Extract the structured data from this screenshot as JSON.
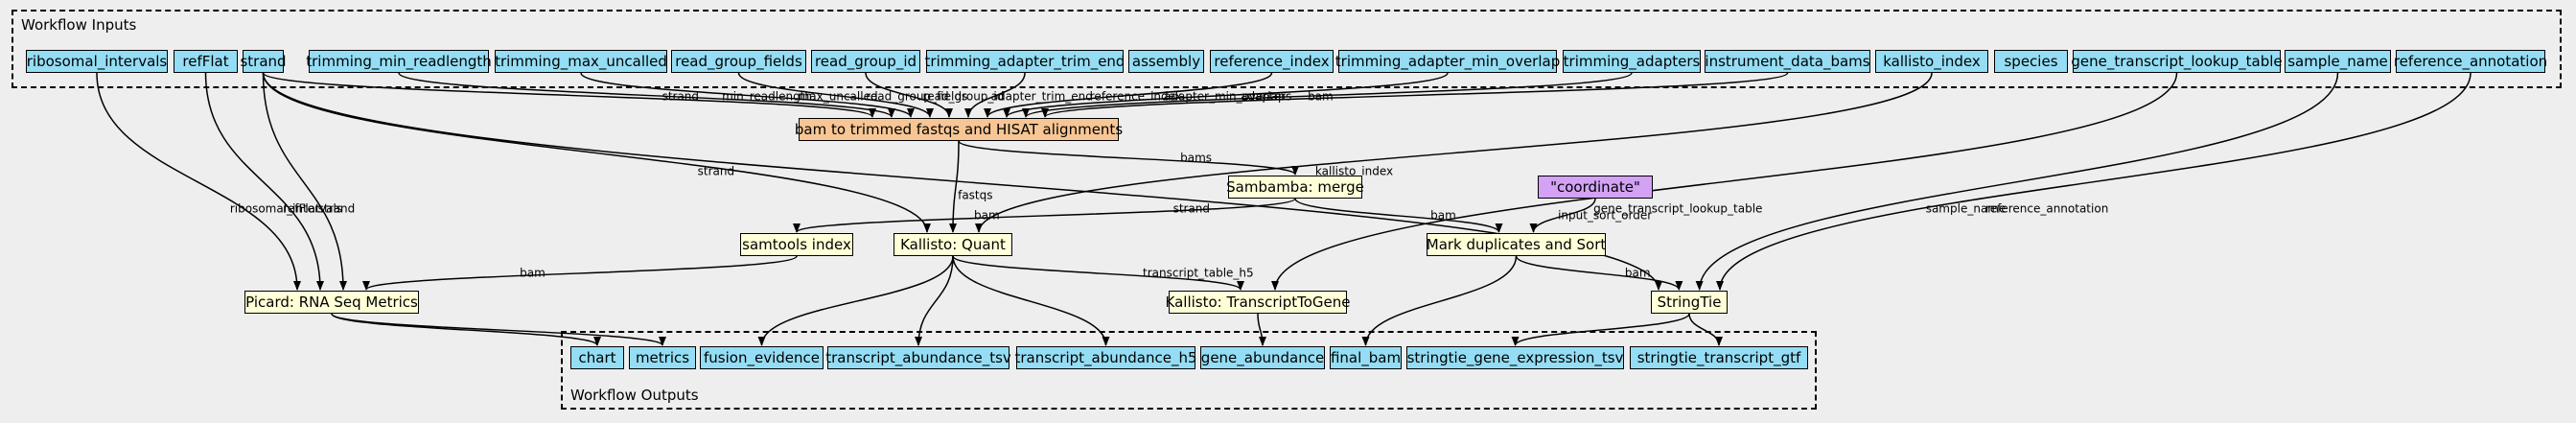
{
  "clusters": {
    "inputs_label": "Workflow Inputs",
    "outputs_label": "Workflow Outputs"
  },
  "colors": {
    "io": "#94ddf4",
    "step": "#ffffd8",
    "main_step": "#f7c694",
    "literal": "#d3a2f5",
    "background": "#eeeeee"
  },
  "inputs": [
    {
      "id": "ribosomal_intervals",
      "label": "ribosomal_intervals"
    },
    {
      "id": "refflat",
      "label": "refFlat"
    },
    {
      "id": "strand",
      "label": "strand"
    },
    {
      "id": "trimming_min_readlength",
      "label": "trimming_min_readlength"
    },
    {
      "id": "trimming_max_uncalled",
      "label": "trimming_max_uncalled"
    },
    {
      "id": "read_group_fields",
      "label": "read_group_fields"
    },
    {
      "id": "read_group_id",
      "label": "read_group_id"
    },
    {
      "id": "trimming_adapter_trim_end",
      "label": "trimming_adapter_trim_end"
    },
    {
      "id": "assembly",
      "label": "assembly"
    },
    {
      "id": "reference_index",
      "label": "reference_index"
    },
    {
      "id": "trimming_adapter_min_overlap",
      "label": "trimming_adapter_min_overlap"
    },
    {
      "id": "trimming_adapters",
      "label": "trimming_adapters"
    },
    {
      "id": "instrument_data_bams",
      "label": "instrument_data_bams"
    },
    {
      "id": "kallisto_index",
      "label": "kallisto_index"
    },
    {
      "id": "species",
      "label": "species"
    },
    {
      "id": "gene_transcript_lookup_table",
      "label": "gene_transcript_lookup_table"
    },
    {
      "id": "sample_name",
      "label": "sample_name"
    },
    {
      "id": "reference_annotation",
      "label": "reference_annotation"
    }
  ],
  "steps": [
    {
      "id": "bam_to_trimmed",
      "label": "bam to trimmed fastqs and HISAT alignments"
    },
    {
      "id": "sambamba_merge",
      "label": "Sambamba: merge"
    },
    {
      "id": "coordinate",
      "label": "\"coordinate\""
    },
    {
      "id": "samtools_index",
      "label": "samtools index"
    },
    {
      "id": "kallisto_quant",
      "label": "Kallisto: Quant"
    },
    {
      "id": "mark_dup",
      "label": "Mark duplicates and Sort"
    },
    {
      "id": "picard",
      "label": "Picard: RNA Seq Metrics"
    },
    {
      "id": "kallisto_t2g",
      "label": "Kallisto: TranscriptToGene"
    },
    {
      "id": "stringtie",
      "label": "StringTie"
    }
  ],
  "outputs": [
    {
      "id": "chart",
      "label": "chart"
    },
    {
      "id": "metrics",
      "label": "metrics"
    },
    {
      "id": "fusion_evidence",
      "label": "fusion_evidence"
    },
    {
      "id": "transcript_abundance_tsv",
      "label": "transcript_abundance_tsv"
    },
    {
      "id": "transcript_abundance_h5",
      "label": "transcript_abundance_h5"
    },
    {
      "id": "gene_abundance",
      "label": "gene_abundance"
    },
    {
      "id": "final_bam",
      "label": "final_bam"
    },
    {
      "id": "stringtie_gene_expression_tsv",
      "label": "stringtie_gene_expression_tsv"
    },
    {
      "id": "stringtie_transcript_gtf",
      "label": "stringtie_transcript_gtf"
    }
  ],
  "edges": [
    {
      "from": "strand",
      "to": "bam_to_trimmed",
      "label": "strand"
    },
    {
      "from": "trimming_min_readlength",
      "to": "bam_to_trimmed",
      "label": "min_readlength"
    },
    {
      "from": "trimming_max_uncalled",
      "to": "bam_to_trimmed",
      "label": "max_uncalled"
    },
    {
      "from": "read_group_fields",
      "to": "bam_to_trimmed",
      "label": "read_group_fields"
    },
    {
      "from": "read_group_id",
      "to": "bam_to_trimmed",
      "label": "read_group_id"
    },
    {
      "from": "trimming_adapter_trim_end",
      "to": "bam_to_trimmed",
      "label": "adapter_trim_end"
    },
    {
      "from": "reference_index",
      "to": "bam_to_trimmed",
      "label": "reference_index"
    },
    {
      "from": "trimming_adapter_min_overlap",
      "to": "bam_to_trimmed",
      "label": "adapter_min_overlap"
    },
    {
      "from": "trimming_adapters",
      "to": "bam_to_trimmed",
      "label": "adapters"
    },
    {
      "from": "instrument_data_bams",
      "to": "bam_to_trimmed",
      "label": "bam"
    },
    {
      "from": "bam_to_trimmed",
      "to": "sambamba_merge",
      "label": "bams"
    },
    {
      "from": "bam_to_trimmed",
      "to": "kallisto_quant",
      "label": "fastqs"
    },
    {
      "from": "kallisto_index",
      "to": "kallisto_quant",
      "label": "kallisto_index"
    },
    {
      "from": "strand",
      "to": "kallisto_quant",
      "label": "strand"
    },
    {
      "from": "ribosomal_intervals",
      "to": "picard",
      "label": "ribosomal_intervals"
    },
    {
      "from": "refflat",
      "to": "picard",
      "label": "refFlat"
    },
    {
      "from": "strand",
      "to": "picard",
      "label": "strand"
    },
    {
      "from": "sambamba_merge",
      "to": "samtools_index",
      "label": "bam"
    },
    {
      "from": "sambamba_merge",
      "to": "mark_dup",
      "label": "bam"
    },
    {
      "from": "coordinate",
      "to": "mark_dup",
      "label": "input_sort_order"
    },
    {
      "from": "samtools_index",
      "to": "picard",
      "label": "bam"
    },
    {
      "from": "gene_transcript_lookup_table",
      "to": "kallisto_t2g",
      "label": "gene_transcript_lookup_table"
    },
    {
      "from": "kallisto_quant",
      "to": "kallisto_t2g",
      "label": "transcript_table_h5"
    },
    {
      "from": "sample_name",
      "to": "stringtie",
      "label": "sample_name"
    },
    {
      "from": "reference_annotation",
      "to": "stringtie",
      "label": "reference_annotation"
    },
    {
      "from": "strand",
      "to": "stringtie",
      "label": "strand"
    },
    {
      "from": "mark_dup",
      "to": "stringtie",
      "label": "bam"
    },
    {
      "from": "picard",
      "to": "chart",
      "label": ""
    },
    {
      "from": "picard",
      "to": "metrics",
      "label": ""
    },
    {
      "from": "kallisto_quant",
      "to": "fusion_evidence",
      "label": ""
    },
    {
      "from": "kallisto_quant",
      "to": "transcript_abundance_tsv",
      "label": ""
    },
    {
      "from": "kallisto_quant",
      "to": "transcript_abundance_h5",
      "label": ""
    },
    {
      "from": "kallisto_t2g",
      "to": "gene_abundance",
      "label": ""
    },
    {
      "from": "mark_dup",
      "to": "final_bam",
      "label": ""
    },
    {
      "from": "stringtie",
      "to": "stringtie_gene_expression_tsv",
      "label": ""
    },
    {
      "from": "stringtie",
      "to": "stringtie_transcript_gtf",
      "label": ""
    }
  ]
}
